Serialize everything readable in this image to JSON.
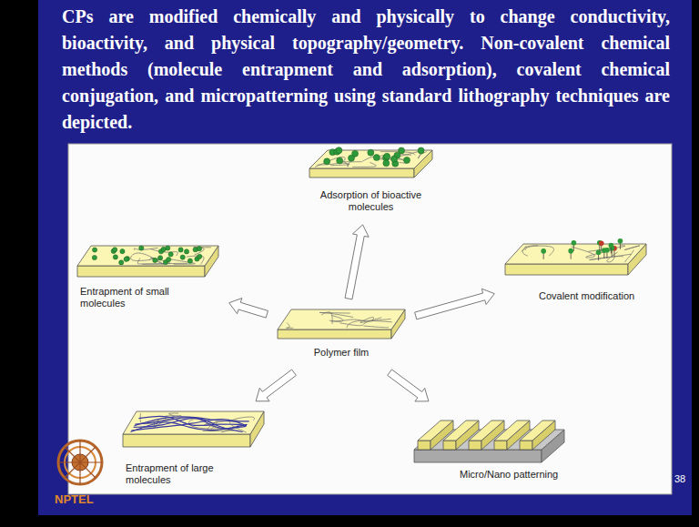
{
  "diagram": {
    "title": "CPs are modified chemically and physically to change conductivity, bioactivity, and physical topography/geometry. Non-covalent chemical methods (molecule entrapment and adsorption), covalent chemical conjugation, and micropatterning using standard lithography techniques are depicted.",
    "nodes": [
      {
        "text": [
          "Polymer film"
        ]
      },
      {
        "text": [
          "Adsorption of bioactive molecules"
        ]
      },
      {
        "text": [
          "Entrapment of small molecules"
        ]
      },
      {
        "text": [
          "Covalent modification"
        ]
      },
      {
        "text": [
          "Entrapment of large molecules"
        ]
      },
      {
        "text": [
          "Micro/Nano patterning"
        ]
      }
    ],
    "edges": [
      {
        "from": 0,
        "to": 1,
        "arrow": "to"
      },
      {
        "from": 0,
        "to": 2,
        "arrow": "to"
      },
      {
        "from": 0,
        "to": 3,
        "arrow": "to"
      },
      {
        "from": 0,
        "to": 4,
        "arrow": "to"
      },
      {
        "from": 0,
        "to": 5,
        "arrow": "to"
      }
    ],
    "labels": [
      "38",
      "NPTEL"
    ]
  }
}
